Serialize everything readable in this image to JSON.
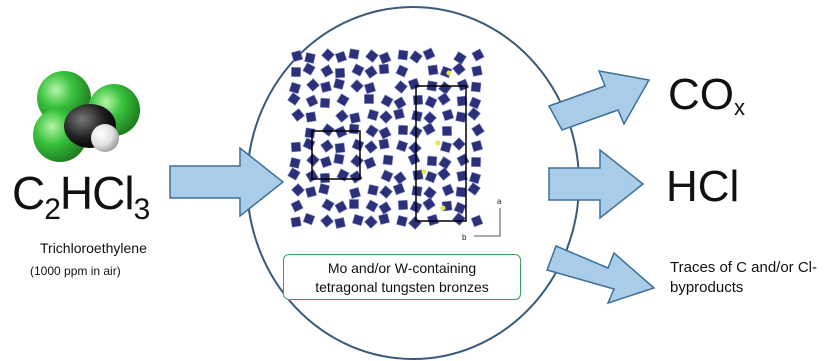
{
  "reactant": {
    "formula_main": "C",
    "formula_sub1": "2",
    "formula_mid": "HCl",
    "formula_sub2": "3",
    "name": "Trichloroethylene",
    "concentration": "(1000 ppm in air)"
  },
  "catalyst": {
    "label_line1": "Mo and/or W-containing",
    "label_line2": "tetragonal tungsten bronzes",
    "axis_a": "a",
    "axis_b": "b"
  },
  "products": {
    "cox_main": "CO",
    "cox_sub": "x",
    "hcl": "HCl",
    "traces": "Traces of C and/or Cl-byproducts"
  },
  "colors": {
    "arrow_fill": "#a9cde8",
    "arrow_stroke": "#3d6f99",
    "circle_stroke": "#3a5a7a",
    "polyhedra": "#2b3178",
    "chlorine": "#39c23c",
    "carbon": "#1a1a1a",
    "hydrogen": "#e8e8e8",
    "label_border": "#3aa05a"
  },
  "icons": {
    "molecule": "trichloroethylene-space-filling-model",
    "crystal": "tungsten-bronze-crystal-structure"
  }
}
